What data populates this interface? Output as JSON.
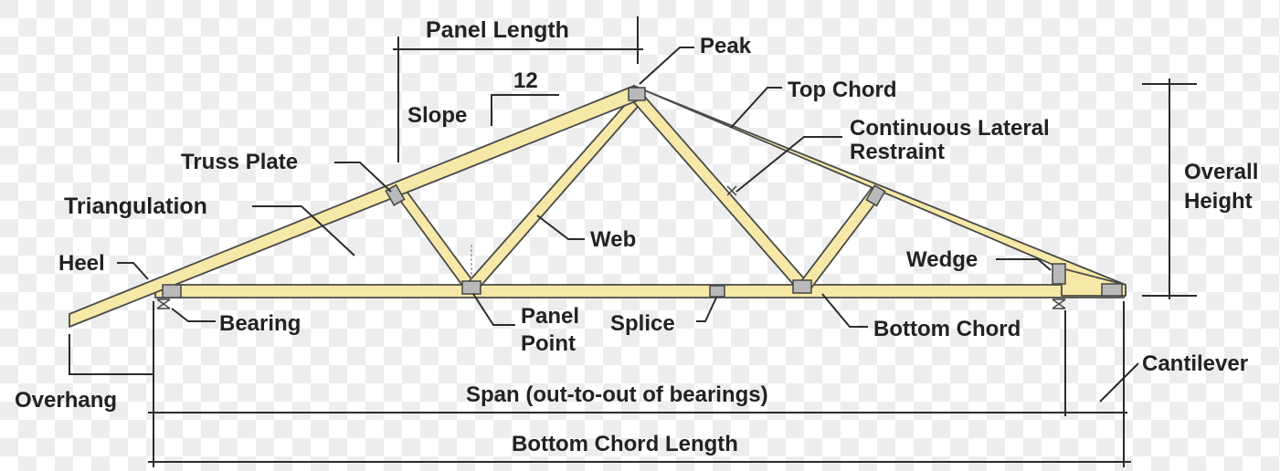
{
  "labels": {
    "panel_length": "Panel Length",
    "peak": "Peak",
    "slope_rise": "12",
    "slope": "Slope",
    "top_chord": "Top Chord",
    "continuous_lateral_restraint_1": "Continuous Lateral",
    "continuous_lateral_restraint_2": "Restraint",
    "truss_plate": "Truss Plate",
    "overall_height_1": "Overall",
    "overall_height_2": "Height",
    "triangulation": "Triangulation",
    "web": "Web",
    "heel": "Heel",
    "wedge": "Wedge",
    "bearing": "Bearing",
    "panel_point_1": "Panel",
    "panel_point_2": "Point",
    "splice": "Splice",
    "bottom_chord": "Bottom Chord",
    "cantilever": "Cantilever",
    "overhang": "Overhang",
    "span": "Span (out-to-out of bearings)",
    "bottom_chord_length": "Bottom Chord Length"
  },
  "colors": {
    "lumber": "#f6e8a6",
    "plate": "#b9b9b9",
    "line": "#2b2b2b",
    "checker_light": "#ffffff",
    "checker_dark": "#ededed"
  }
}
